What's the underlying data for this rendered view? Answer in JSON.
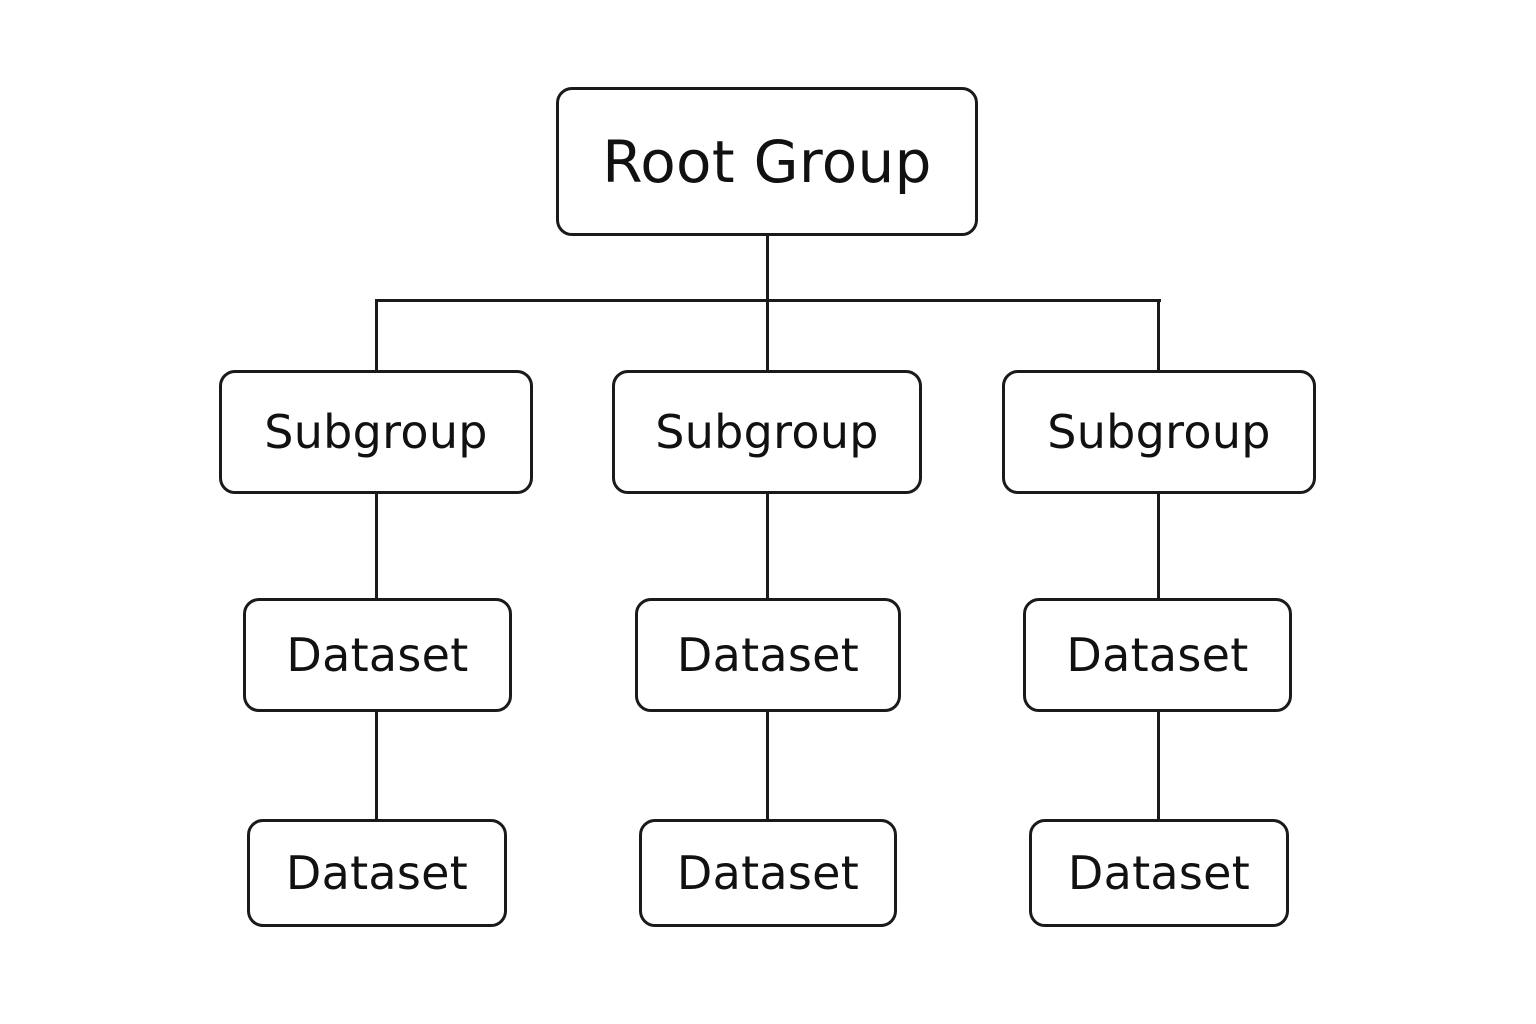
{
  "diagram": {
    "root": {
      "label": "Root Group"
    },
    "branches": [
      {
        "subgroup": {
          "label": "Subgroup"
        },
        "datasets": [
          {
            "label": "Dataset"
          },
          {
            "label": "Dataset"
          }
        ]
      },
      {
        "subgroup": {
          "label": "Subgroup"
        },
        "datasets": [
          {
            "label": "Dataset"
          },
          {
            "label": "Dataset"
          }
        ]
      },
      {
        "subgroup": {
          "label": "Subgroup"
        },
        "datasets": [
          {
            "label": "Dataset"
          },
          {
            "label": "Dataset"
          }
        ]
      }
    ]
  }
}
